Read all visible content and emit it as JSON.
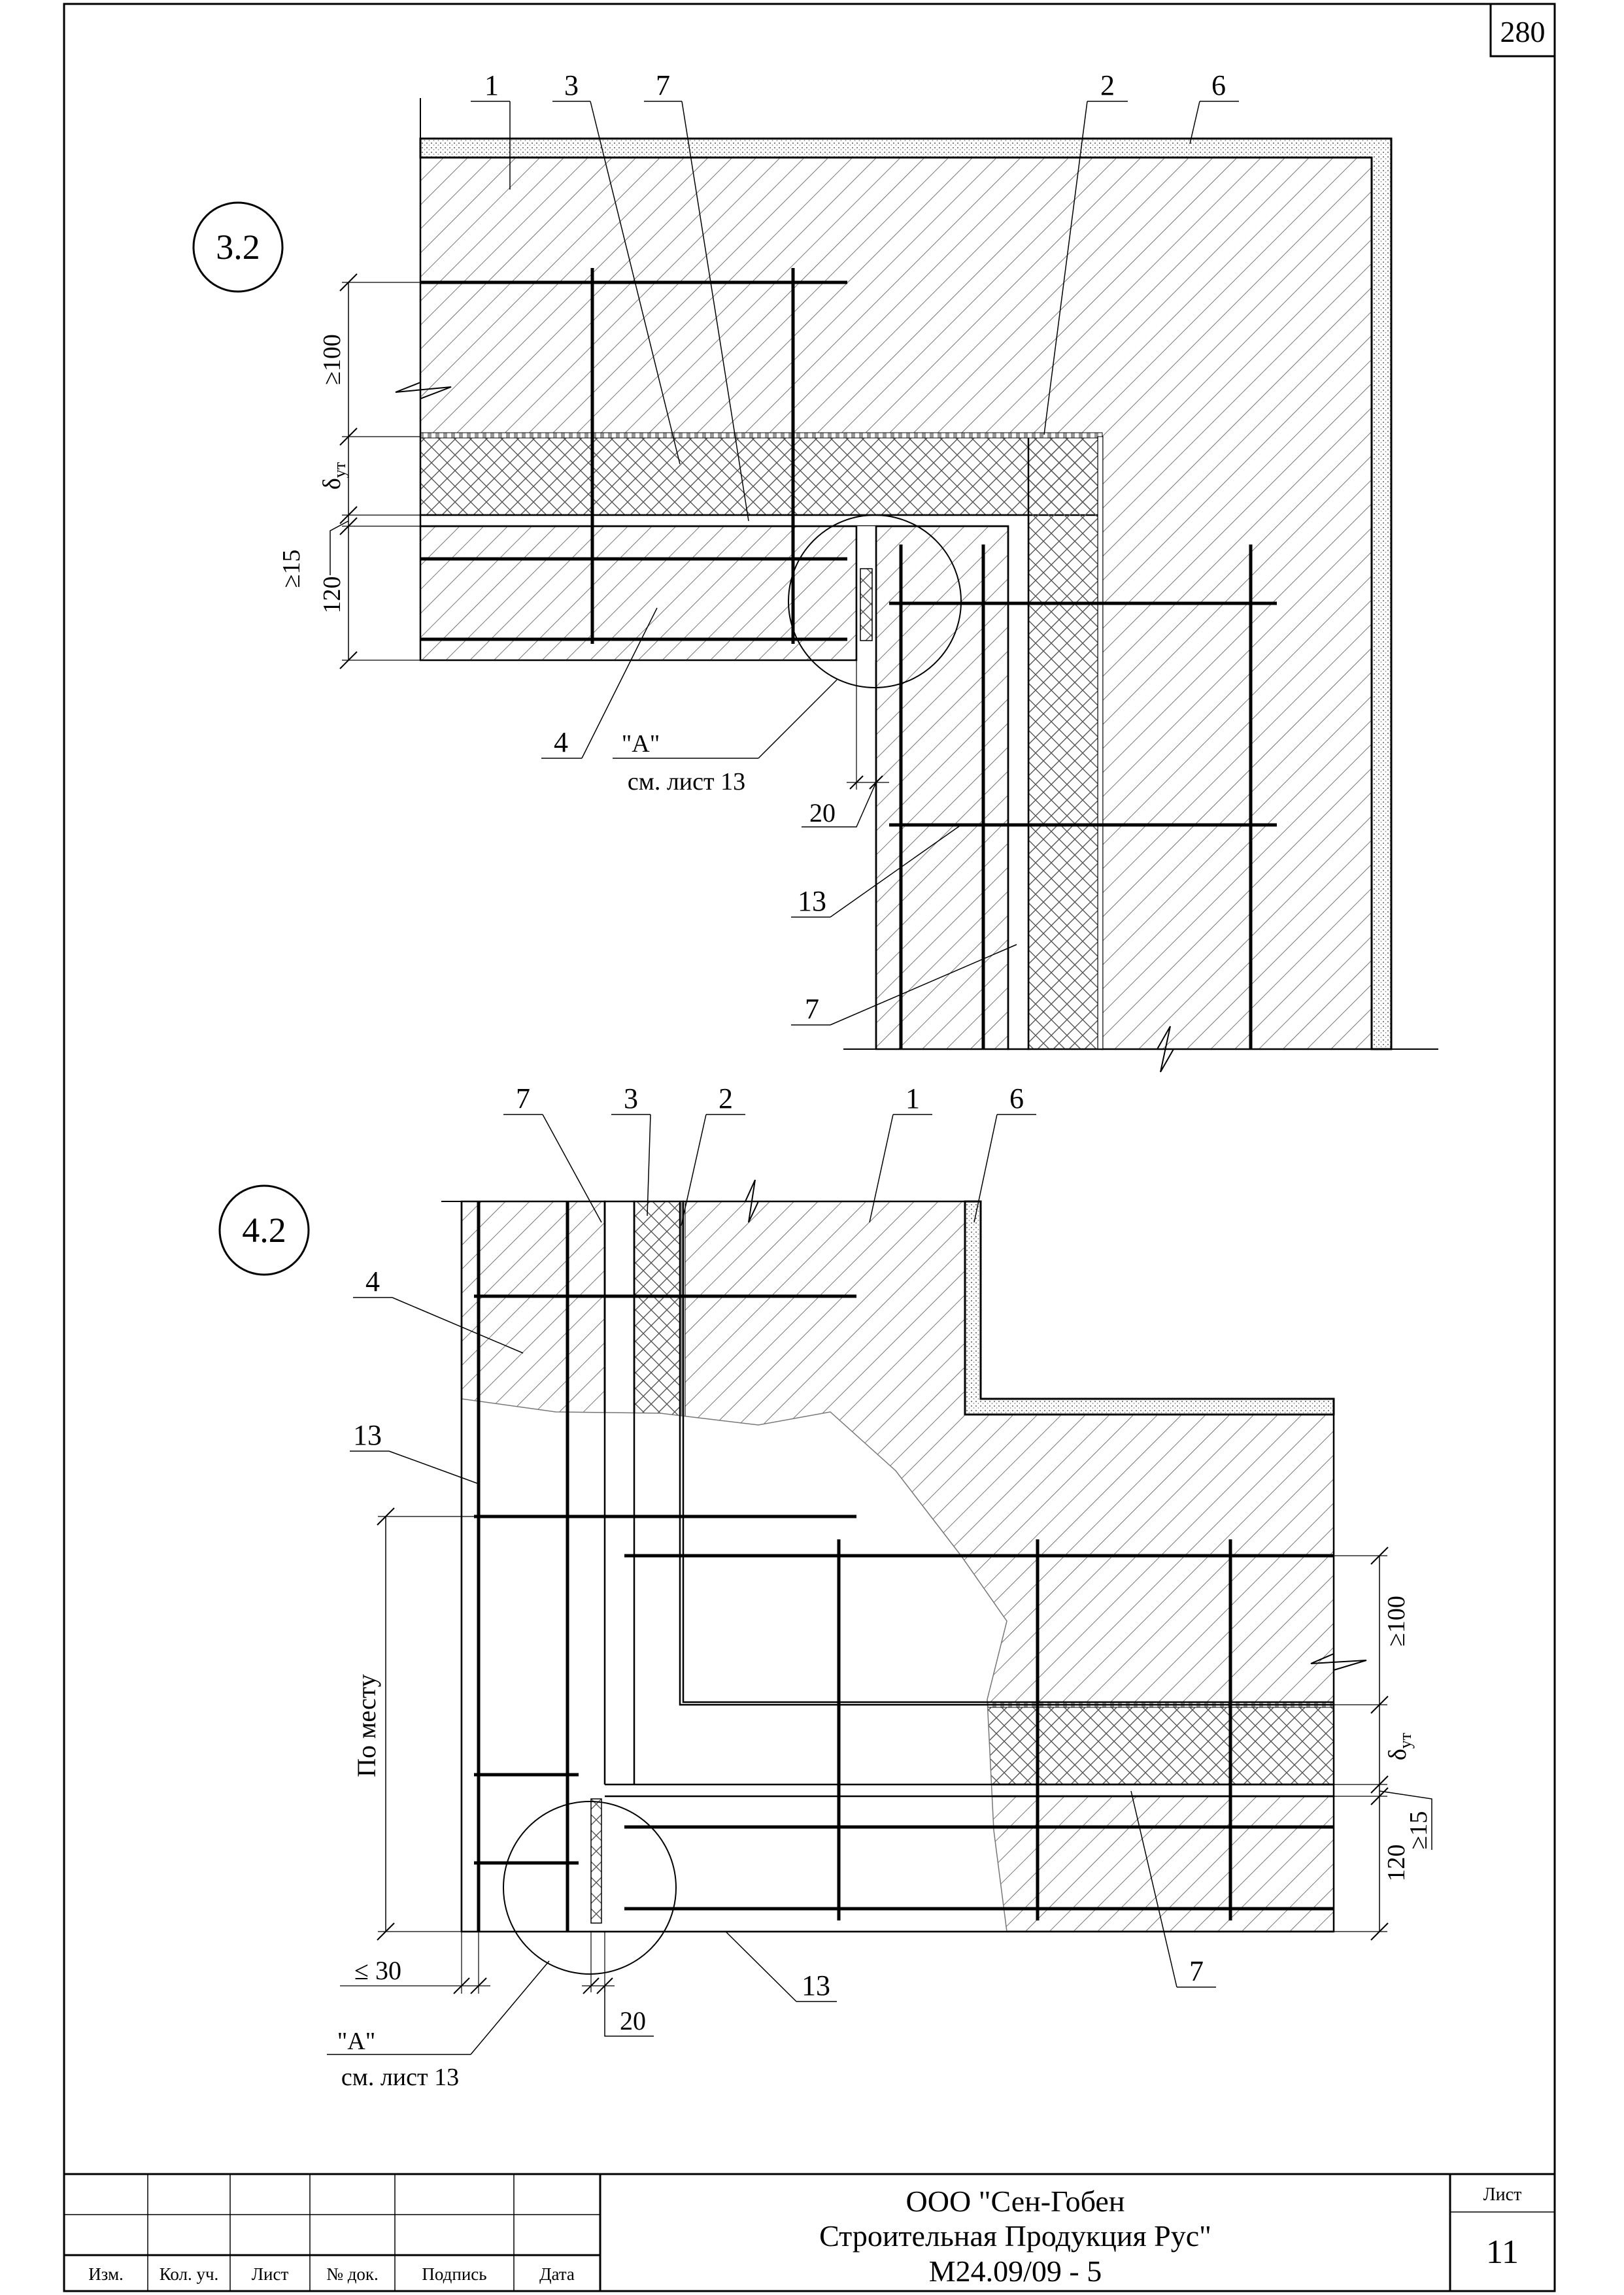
{
  "sheet": {
    "page_number": "280",
    "sheet_label": "Лист",
    "sheet_number": "11",
    "company_line1": "ООО \"Сен-Гобен",
    "company_line2": "Строительная Продукция Рус\"",
    "document_code": "М24.09/09 - 5",
    "stamp_columns": [
      "Изм.",
      "Кол. уч.",
      "Лист",
      "№ док.",
      "Подпись",
      "Дата"
    ]
  },
  "detail_32": {
    "id": "3.2",
    "callouts": [
      "1",
      "3",
      "7",
      "2",
      "6",
      "4",
      "13",
      "7"
    ],
    "dims": {
      "min100": "≥100",
      "delta": "δ",
      "delta_sub": "ут",
      "min15": "≥15",
      "d120": "120",
      "d20": "20"
    },
    "ref_a": "\"А\"",
    "ref_sheet": "см. лист 13"
  },
  "detail_42": {
    "id": "4.2",
    "callouts": [
      "7",
      "3",
      "2",
      "1",
      "6",
      "4",
      "13",
      "13",
      "7"
    ],
    "dims": {
      "min100": "≥100",
      "delta": "δ",
      "delta_sub": "ут",
      "min15": "≥15",
      "d120": "120",
      "le30": "≤ 30",
      "d20": "20",
      "on_site": "По месту"
    },
    "ref_a": "\"А\"",
    "ref_sheet": "см. лист 13"
  }
}
